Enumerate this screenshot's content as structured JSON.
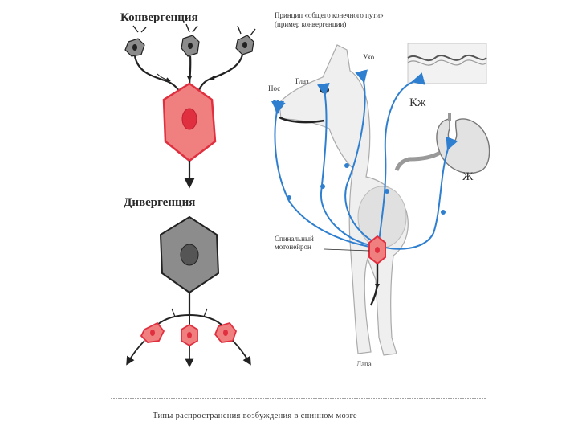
{
  "headings": {
    "convergence": "Конвергенция",
    "divergence": "Дивергенция"
  },
  "right_panel": {
    "title_line1": "Принцип «общего конечного пути»",
    "title_line2": "(пример конвергенции)",
    "labels": {
      "ear": "Ухо",
      "eye": "Глаз",
      "nose": "Нос",
      "skin": "Кж",
      "stomach": "Ж",
      "motoneuron_line1": "Спинальный",
      "motoneuron_line2": "мотонейрон",
      "paw": "Лапа"
    }
  },
  "caption": "Типы распространения возбуждения в спинном мозге",
  "colors": {
    "neuron_red_fill": "#f08080",
    "neuron_red_outline": "#e03040",
    "neuron_grey_fill": "#8c8c8c",
    "path_blue": "#2f7fd0",
    "line_dark": "#222222"
  }
}
